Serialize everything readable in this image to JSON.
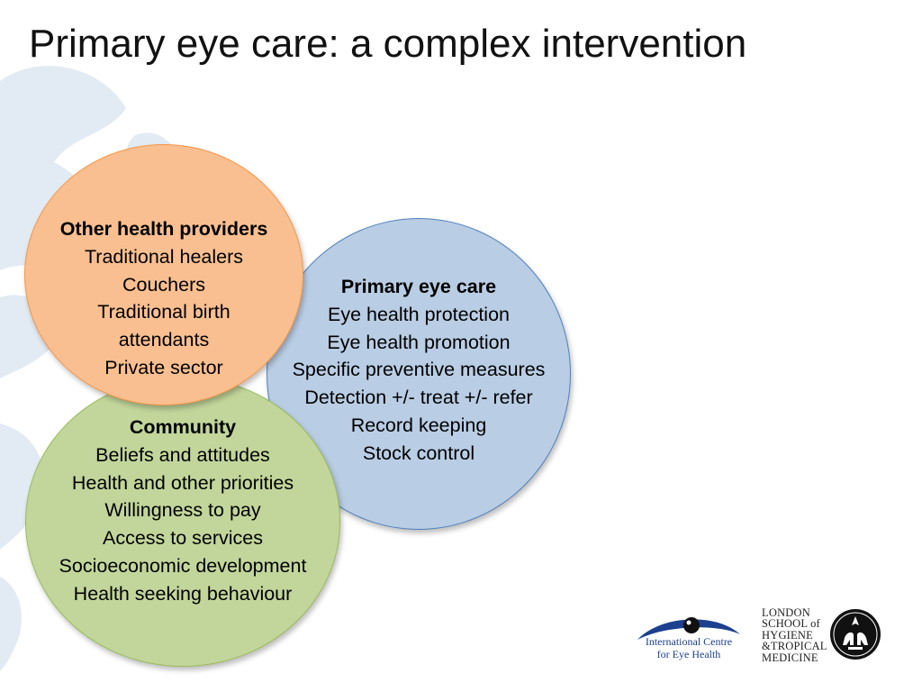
{
  "slide": {
    "title": "Primary eye care: a complex intervention"
  },
  "circles": {
    "primary": {
      "heading": "Primary eye care",
      "items": [
        "Eye health protection",
        "Eye health promotion",
        "Specific preventive measures",
        "Detection +/- treat +/- refer",
        "Record keeping",
        "Stock control"
      ]
    },
    "community": {
      "heading": "Community",
      "items": [
        "Beliefs and attitudes",
        "Health and other priorities",
        "Willingness to pay",
        "Access to services",
        "Socioeconomic development",
        "Health seeking behaviour"
      ]
    },
    "providers": {
      "heading": "Other health providers",
      "items": [
        "Traditional healers",
        "Couchers",
        "Traditional birth",
        "attendants",
        "Private sector"
      ]
    }
  },
  "logos": {
    "iceh": {
      "line1": "International Centre",
      "line2": "for Eye Health"
    },
    "lshtm": {
      "line1": "LONDON",
      "line2": "SCHOOL of",
      "line3": "HYGIENE",
      "line4": "&TROPICAL",
      "line5": "MEDICINE"
    }
  },
  "colors": {
    "primary_fill": "#b9cde4",
    "primary_border": "#4f81bd",
    "community_fill": "#c2d69b",
    "community_border": "#9bbb59",
    "providers_fill": "#f9bf90",
    "providers_border": "#f79646",
    "iceh_blue": "#1d3f8f"
  }
}
